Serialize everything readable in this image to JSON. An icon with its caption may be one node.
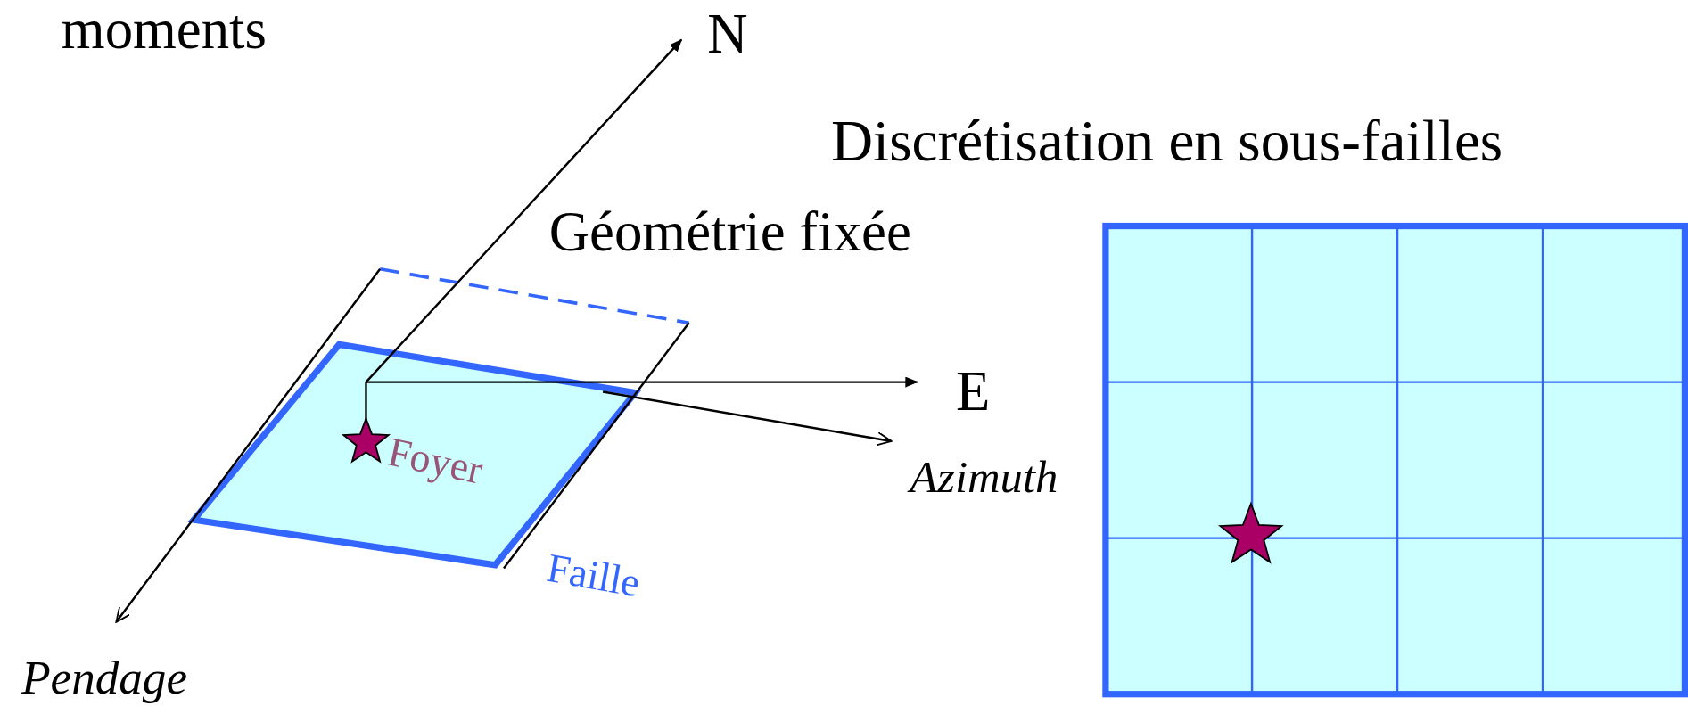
{
  "diagram": {
    "labels": [
      "moments",
      "N",
      "Discrétisation en sous-failles",
      "Géométrie fixée",
      "E",
      "Foyer",
      "Azimuth",
      "Faille",
      "Pendage"
    ]
  }
}
